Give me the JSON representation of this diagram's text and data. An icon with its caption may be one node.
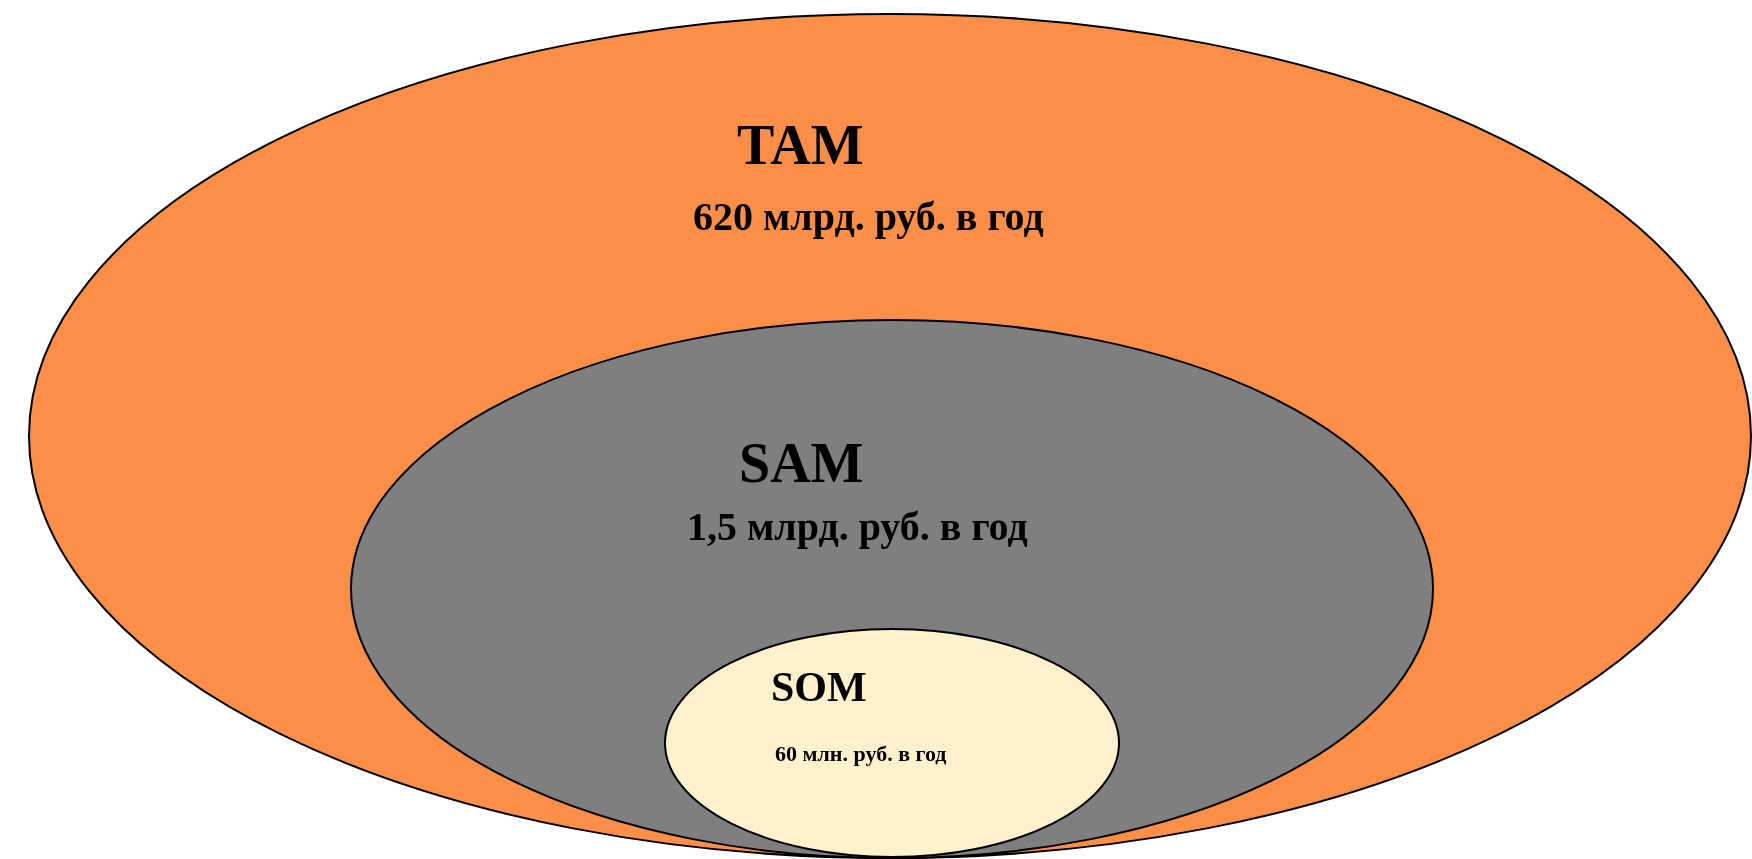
{
  "diagram": {
    "nodes": [
      {
        "text": [
          "TAM",
          "620 млрд. руб. в год"
        ]
      },
      {
        "text": [
          "SAM",
          "1,5 млрд. руб. в год"
        ],
        "in": 0
      },
      {
        "text": [
          "SOM",
          "60 млн. руб. в год"
        ],
        "in": 1
      }
    ]
  }
}
